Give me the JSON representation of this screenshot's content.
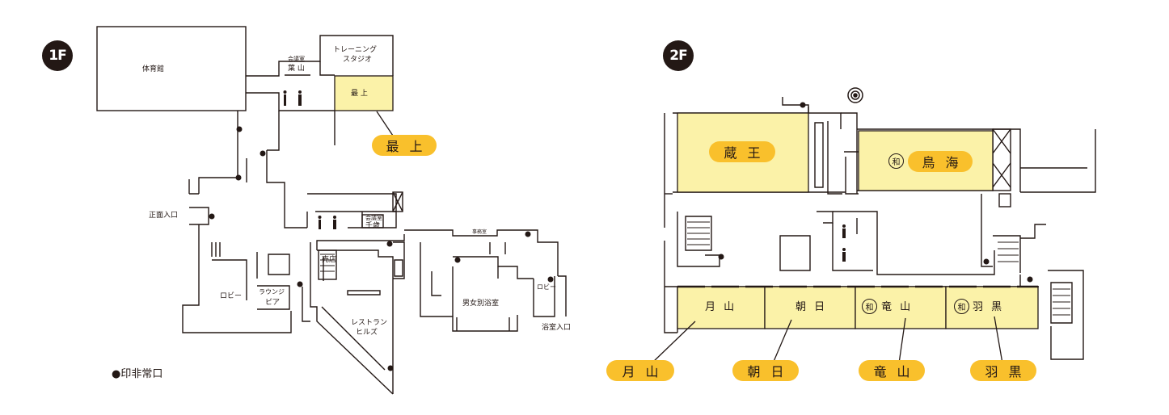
{
  "floors": {
    "first": {
      "badge": "1F",
      "labels": {
        "gym": "体育館",
        "training_line1": "トレーニング",
        "training_line2": "スタジオ",
        "meeting_small": "会議室",
        "hayama": "葉 山",
        "mogami_room": "最 上",
        "main_entrance": "正面入口",
        "meeting_small2": "会議室",
        "chitose": "千歳",
        "shop": "売店",
        "lounge_line1": "ラウンジ",
        "lounge_line2": "ピア",
        "lobby": "ロビー",
        "restaurant_line1": "レストラン",
        "restaurant_line2": "ヒルズ",
        "bath": "男女別浴室",
        "lobby_small": "ロビー",
        "bath_entrance": "浴室入口",
        "office": "事務室"
      },
      "callouts": {
        "mogami": "最 上"
      },
      "legend": "●印非常口"
    },
    "second": {
      "badge": "2F",
      "rooms": {
        "zao": "蔵 王",
        "chokai": "鳥 海",
        "wa_mark": "和",
        "gassan": "月 山",
        "asahi": "朝 日",
        "ryuzan": "竜 山",
        "haguro": "羽 黒"
      },
      "callouts": {
        "zao": "蔵 王",
        "chokai": "鳥 海",
        "gassan": "月 山",
        "asahi": "朝 日",
        "ryuzan": "竜 山",
        "haguro": "羽 黒"
      }
    }
  },
  "colors": {
    "room_fill": "#fbf2a8",
    "callout_fill": "#f9c02c",
    "ink": "#231815"
  }
}
